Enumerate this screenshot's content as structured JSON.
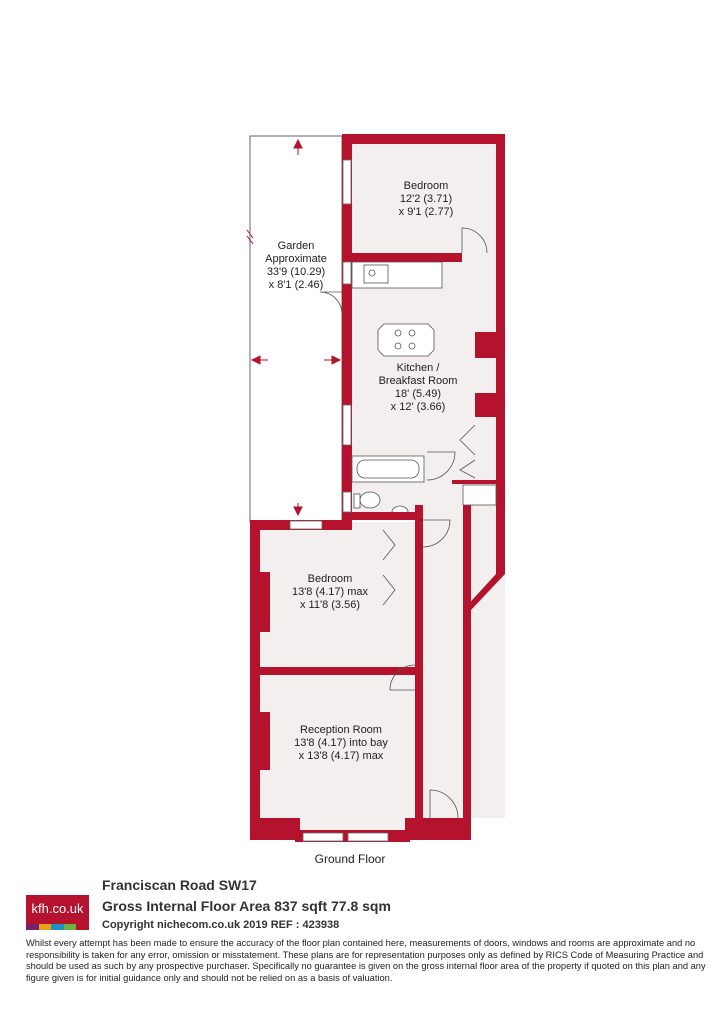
{
  "plan": {
    "colors": {
      "wall": "#b5122e",
      "floor": "#f2efee",
      "line": "#555555"
    },
    "rooms": [
      {
        "id": "bedroom-1",
        "lines": [
          "Bedroom",
          "12'2 (3.71)",
          "x 9'1 (2.77)"
        ]
      },
      {
        "id": "garden",
        "lines": [
          "Garden",
          "Approximate",
          "33'9 (10.29)",
          "x 8'1 (2.46)"
        ]
      },
      {
        "id": "kitchen",
        "lines": [
          "Kitchen /",
          "Breakfast Room",
          "18' (5.49)",
          "x 12' (3.66)"
        ]
      },
      {
        "id": "bedroom-2",
        "lines": [
          "Bedroom",
          "13'8 (4.17) max",
          "x 11'8 (3.56)"
        ]
      },
      {
        "id": "reception",
        "lines": [
          "Reception Room",
          "13'8 (4.17) into bay",
          "x 13'8 (4.17) max"
        ]
      }
    ],
    "floor_label": "Ground Floor"
  },
  "footer": {
    "logo_text": "kfh.co.uk",
    "logo_stripe_colors": [
      "#7a1f6e",
      "#e8a317",
      "#1f8fc0",
      "#6cb33f",
      "#b5122e"
    ],
    "address": "Franciscan Road  SW17",
    "gross_area": "Gross Internal Floor Area 837 sqft 77.8 sqm",
    "copyright": "Copyright nichecom.co.uk 2019 REF : 423938",
    "disclaimer": "Whilst every attempt has been made to ensure the accuracy of the floor plan contained here, measurements of doors, windows and rooms are approximate and no responsibility is taken for any error, omission or misstatement.  These plans are for representation purposes only as defined by RICS Code of Measuring Practice and should be used as such by any prospective purchaser.  Specifically no guarantee is given on the gross internal floor area of the property if quoted on this plan and any figure given is for initial guidance only and should not be relied on as a basis of valuation."
  }
}
